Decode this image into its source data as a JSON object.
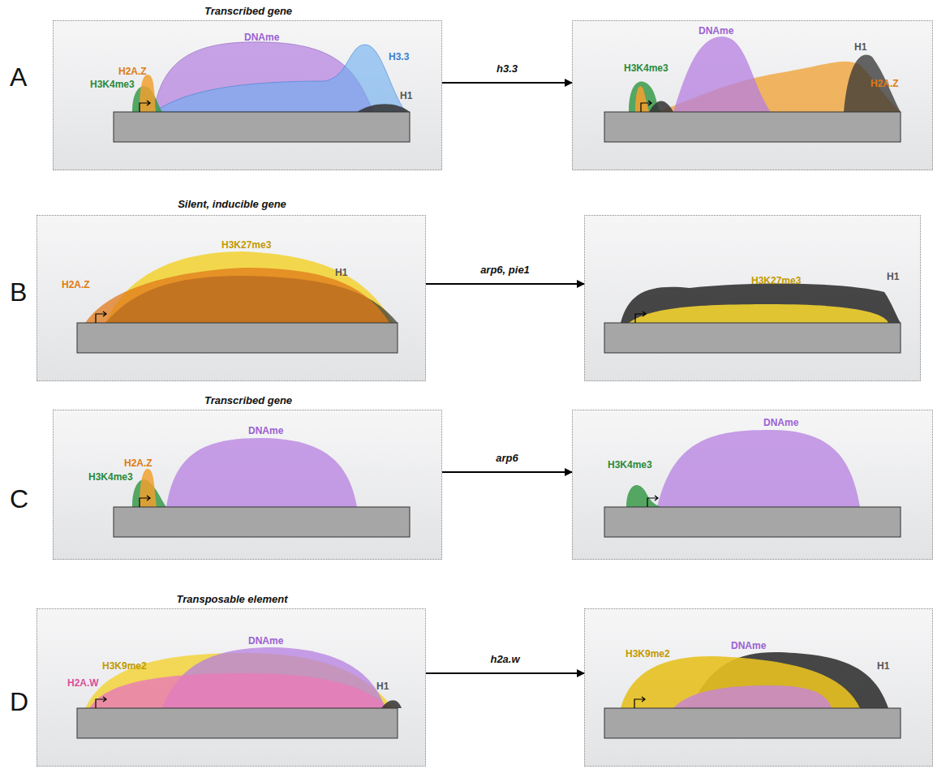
{
  "diagram": {
    "nodes": [
      {
        "text": [
          "Transcribed gene",
          "H2A.Z",
          "H3K4me3",
          "DNAme",
          "H3.3",
          "H1"
        ]
      },
      {
        "text": [
          "H3K4me3",
          "DNAme",
          "H1",
          "H2A.Z"
        ]
      },
      {
        "text": [
          "Silent, inducible gene",
          "H2A.Z",
          "H3K27me3",
          "H1"
        ]
      },
      {
        "text": [
          "H3K27me3",
          "H1"
        ]
      },
      {
        "text": [
          "Transcribed gene",
          "H2A.Z",
          "H3K4me3",
          "DNAme"
        ]
      },
      {
        "text": [
          "H3K4me3",
          "DNAme"
        ]
      },
      {
        "text": [
          "Transposable element",
          "H3K9me2",
          "H2A.W",
          "DNAme",
          "H1"
        ]
      },
      {
        "text": [
          "H3K9me2",
          "DNAme",
          "H1"
        ]
      }
    ],
    "edges": [
      {
        "from": 0,
        "to": 1,
        "arrow": "to",
        "label": "h3.3"
      },
      {
        "from": 2,
        "to": 3,
        "arrow": "to",
        "label": "arp6, pie1"
      },
      {
        "from": 4,
        "to": 5,
        "arrow": "to",
        "label": "arp6"
      },
      {
        "from": 6,
        "to": 7,
        "arrow": "to",
        "label": "h2a.w"
      }
    ],
    "labels": [
      "A",
      "B",
      "C",
      "D"
    ]
  }
}
